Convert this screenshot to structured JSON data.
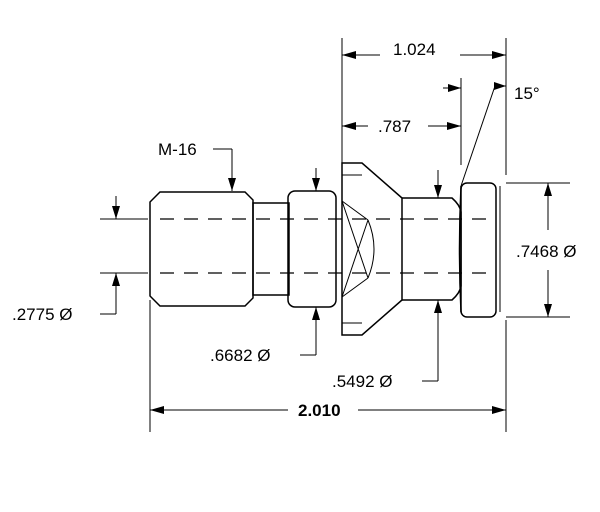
{
  "drawing": {
    "dimensions": {
      "flange_width": "1.024",
      "chamfer_angle": "15°",
      "collar_width": ".787",
      "thread": "M-16",
      "flange_dia": ".7468 Ø",
      "bore_dia": ".2775 Ø",
      "shoulder_dia": ".6682 Ø",
      "neck_dia": ".5492 Ø",
      "overall_length": "2.010"
    },
    "colors": {
      "line": "#000000",
      "background": "#ffffff"
    }
  }
}
